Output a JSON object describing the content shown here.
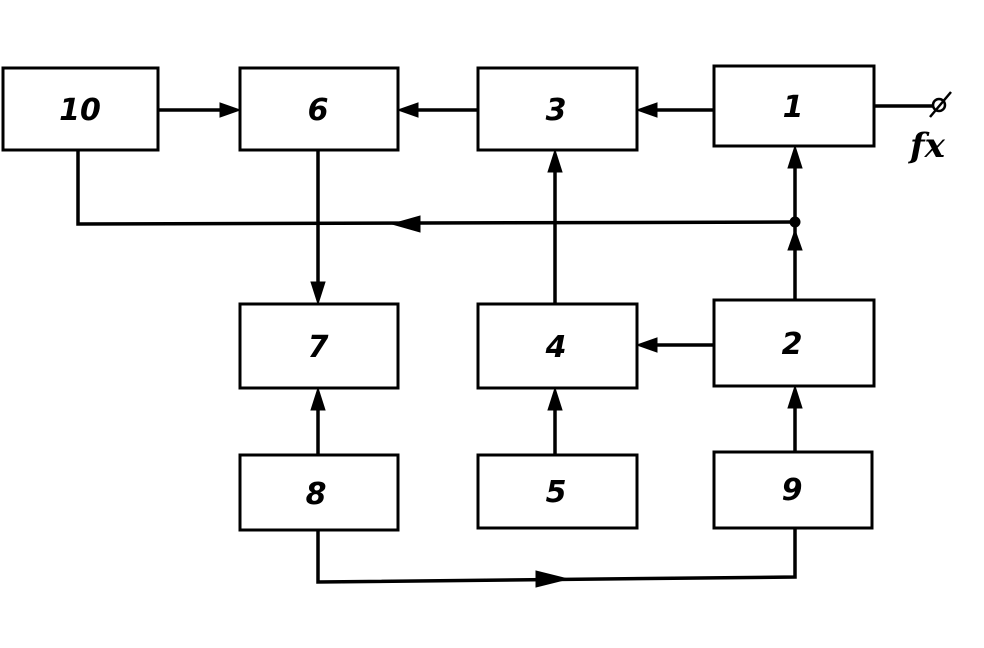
{
  "blocks": [
    {
      "id": "10",
      "label": "10"
    },
    {
      "id": "6",
      "label": "6"
    },
    {
      "id": "3",
      "label": "3"
    },
    {
      "id": "1",
      "label": "1"
    },
    {
      "id": "7",
      "label": "7"
    },
    {
      "id": "4",
      "label": "4"
    },
    {
      "id": "2",
      "label": "2"
    },
    {
      "id": "8",
      "label": "8"
    },
    {
      "id": "5",
      "label": "5"
    },
    {
      "id": "9",
      "label": "9"
    }
  ],
  "input": {
    "label": "fx"
  }
}
